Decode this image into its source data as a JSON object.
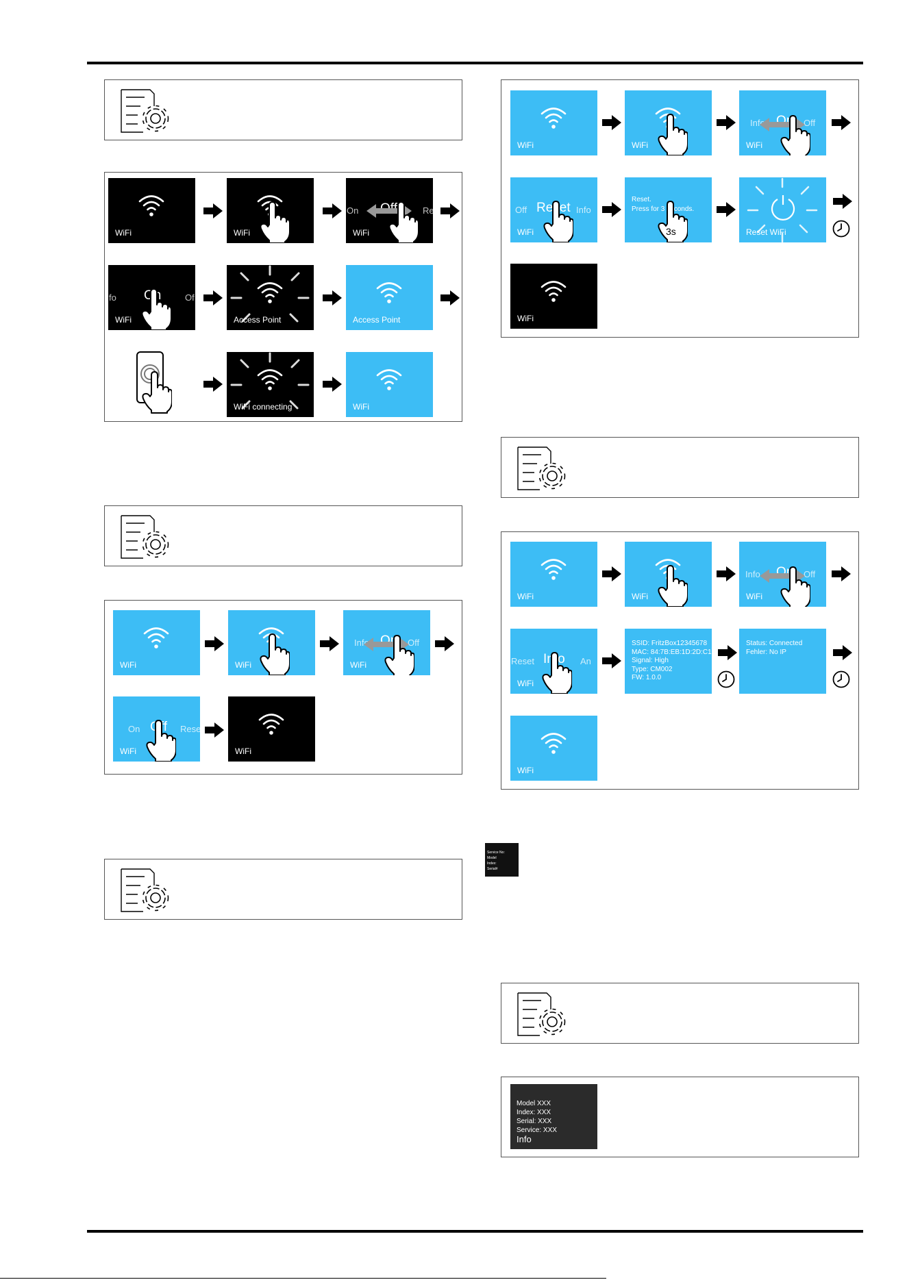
{
  "labels": {
    "wifi": "WiFi",
    "access_point": "Access Point",
    "wifi_connecting": "WiFi connecting",
    "reset_wifi": "Reset WiFi",
    "info": "Info"
  },
  "selectors": {
    "on_off_re": {
      "left": "On",
      "mid": "Off",
      "right": "Re"
    },
    "fo_on_of": {
      "left": "fo",
      "mid": "On",
      "right": "Of"
    },
    "info_on_off": {
      "left": "Info",
      "mid": "On",
      "right": "Off"
    },
    "on_off_rese": {
      "left": "On",
      "mid": "Off",
      "right": "Rese"
    },
    "off_reset_info": {
      "left": "Off",
      "mid": "Reset",
      "right": "Info"
    },
    "reset_info_an": {
      "left": "Reset",
      "mid": "Info",
      "right": "An"
    }
  },
  "texts": {
    "reset_prompt_1": "Reset.",
    "reset_prompt_2": "Press for 3 seconds.",
    "hold_3s": "3s",
    "info_details": "SSID: FritzBox12345678\nMAC: 84:7B:EB:1D:2D:C1\nSignal: High\nType: CM002\nFW: 1.0.0",
    "status_details": "Status: Connected\nFehler: No IP",
    "device_info": "Model XXX\nIndex: XXX\nSerial: XXX\nService: XXX",
    "thumb_lines": "Service No:\nModel\nIndex:\nSerial#"
  },
  "icon_names": [
    "wifi-icon",
    "hand-tap-icon",
    "right-arrow-icon",
    "clock-icon",
    "settings-document-icon",
    "smartphone-icon",
    "power-icon"
  ],
  "colors": {
    "screen_blue": "#3dbdf5",
    "screen_black": "#000000",
    "screen_dark": "#2b2b2b",
    "rule": "#000000"
  }
}
